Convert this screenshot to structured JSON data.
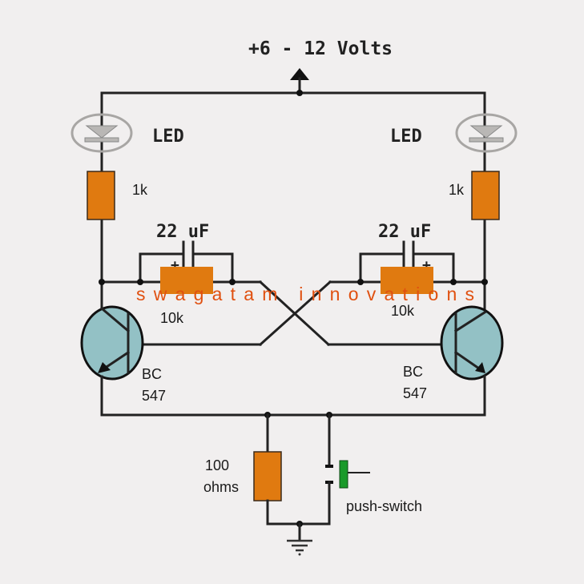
{
  "supply_label": "+6 - 12 Volts",
  "led_left_label": "LED",
  "led_right_label": "LED",
  "res_left_label": "1k",
  "res_right_label": "1k",
  "cap_left_label": "22 uF",
  "cap_right_label": "22 uF",
  "cap_plus": "+",
  "res10k_left_label": "10k",
  "res10k_right_label": "10k",
  "watermark": "swagatam innovations",
  "trans_left_label": [
    "BC",
    "547"
  ],
  "trans_right_label": [
    "BC",
    "547"
  ],
  "res100_label": [
    "100",
    "ohms"
  ],
  "switch_label": "push-switch",
  "colors": {
    "resistor": "#e07a10",
    "transistor": "#93c1c5",
    "switch": "#1a9a2a",
    "watermark": "#e05010"
  }
}
